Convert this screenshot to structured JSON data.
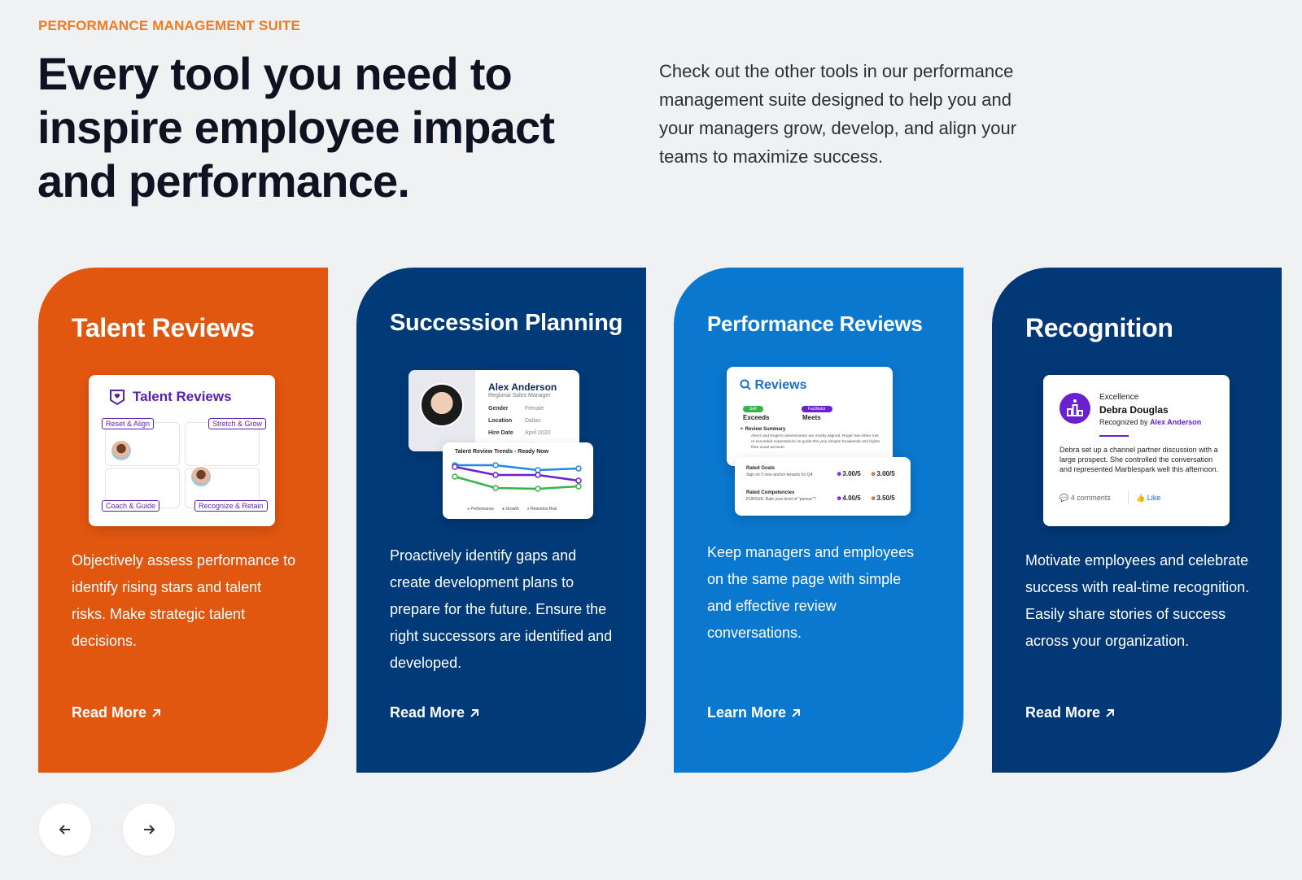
{
  "eyebrow": "PERFORMANCE MANAGEMENT SUITE",
  "headline": "Every tool you need to inspire employee impact and performance.",
  "intro": "Check out the other tools in our performance management suite designed to help you and your managers grow, develop, and align your teams to maximize success.",
  "colors": {
    "accent": "#f07b24",
    "card1": "#e25710",
    "card2": "#003a78",
    "card3": "#0a78cf",
    "card4": "#033877"
  },
  "cards": [
    {
      "title": "Talent Reviews",
      "description": "Objectively assess performance to identify rising stars and talent risks. Make strategic talent decisions.",
      "link": "Read More",
      "mock": {
        "heading": "Talent Reviews",
        "tags": [
          "Reset & Align",
          "Stretch & Grow",
          "Coach & Guide",
          "Recognize & Retain"
        ]
      }
    },
    {
      "title": "Succession Planning",
      "description": "Proactively identify gaps and create development plans to prepare for the future. Ensure the right successors are identified and developed.",
      "link": "Read More",
      "mock": {
        "name": "Alex Anderson",
        "role": "Regional Sales Manager",
        "fields": [
          {
            "label": "Gender",
            "value": "Female"
          },
          {
            "label": "Location",
            "value": "Dallas"
          },
          {
            "label": "Hire Date",
            "value": "April 2020"
          }
        ],
        "chart_title": "Talent Review Trends - Ready Now",
        "legend": [
          "Performance",
          "Growth",
          "Retention Risk"
        ]
      }
    },
    {
      "title": "Performance Reviews",
      "description": "Keep managers and employees on the same page with simple and effective review conversations.",
      "link": "Learn More",
      "mock": {
        "heading": "Reviews",
        "pill1": "Self",
        "rating1": "Exceeds",
        "pill2": "Facilitator",
        "rating2": "Meets",
        "summary_title": "Review Summary",
        "summary": "Alex's and Roger's assessments are mostly aligned. Roger has either met or exceeded expectations on goals this year despite headwinds and higher than usual turnover.",
        "goals_title": "Rated Goals",
        "goals_desc": "Sign on 5 new anchor tenants for Q4",
        "goals_scores": [
          "3.00/5",
          "3.00/5"
        ],
        "comp_title": "Rated Competencies",
        "comp_desc": "PURSUE: Rate your level of \"pursue\"?",
        "comp_scores": [
          "4.00/5",
          "3.50/5"
        ]
      }
    },
    {
      "title": "Recognition",
      "description": "Motivate employees and celebrate success with real-time recognition. Easily share stories of success across your organization.",
      "link": "Read More",
      "mock": {
        "category": "Excellence",
        "name": "Debra Douglas",
        "recognized_prefix": "Recognized by",
        "recognized_by": "Alex Anderson",
        "message": "Debra set up a channel partner discussion with a large prospect. She controlled the conversation and represented Marblespark well this afternoon.",
        "comments": "4 comments",
        "like": "Like"
      }
    }
  ],
  "nav": {
    "prev_icon": "arrow-left-icon",
    "next_icon": "arrow-right-icon"
  }
}
